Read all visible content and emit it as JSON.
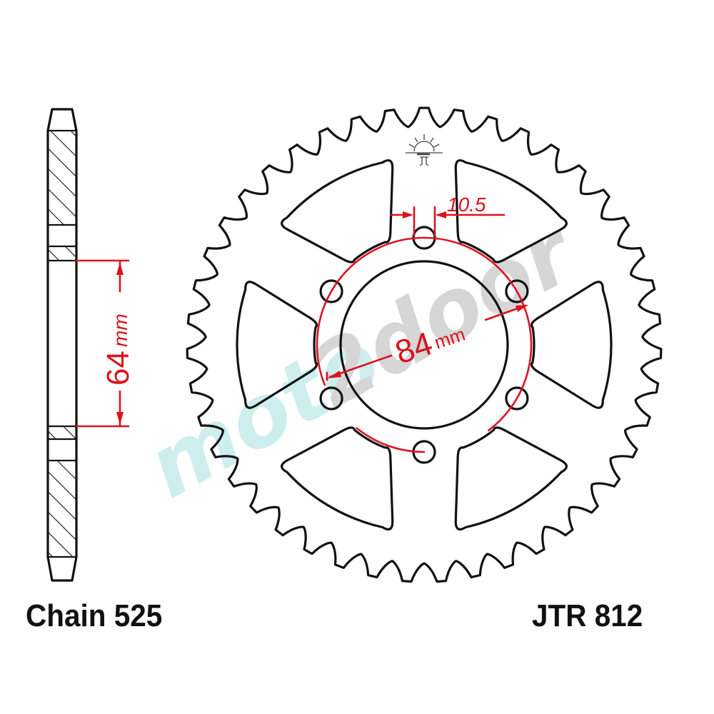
{
  "labels": {
    "chain": "Chain 525",
    "part_number": "JTR 812"
  },
  "dimensions": {
    "hub_height": "64",
    "hub_height_unit": "mm",
    "bolt_circle": "84",
    "bolt_circle_unit": "mm",
    "bolt_hole": "10.5"
  },
  "watermark": {
    "part1": "moto",
    "part2": "2door",
    "color1": "#cdeeed",
    "color2": "#d6d6d6"
  },
  "colors": {
    "outline": "#111111",
    "dimension": "#d9141e"
  },
  "sprocket": {
    "teeth": 43,
    "bolt_holes": 6,
    "spokes": 6
  }
}
